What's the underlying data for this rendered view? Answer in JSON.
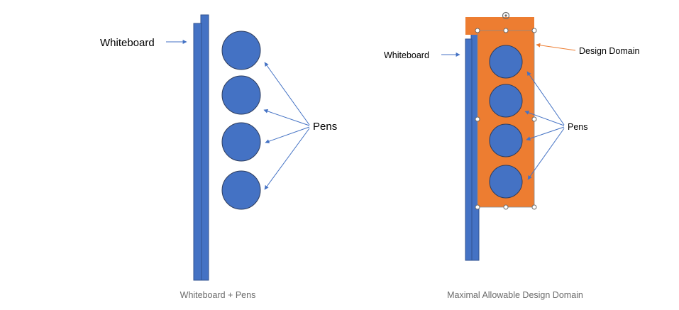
{
  "left_panel": {
    "whiteboard_label": "Whiteboard",
    "pens_label": "Pens",
    "caption": "Whiteboard + Pens",
    "pen_count": 4
  },
  "right_panel": {
    "whiteboard_label": "Whiteboard",
    "pens_label": "Pens",
    "design_domain_label": "Design Domain",
    "caption": "Maximal Allowable Design Domain",
    "pen_count": 4
  },
  "colors": {
    "whiteboard": "#4472c4",
    "pen": "#4472c4",
    "design_domain": "#ed7d31",
    "arrow_blue": "#4472c4",
    "arrow_orange": "#ed7d31",
    "caption": "#6b6b6b"
  }
}
